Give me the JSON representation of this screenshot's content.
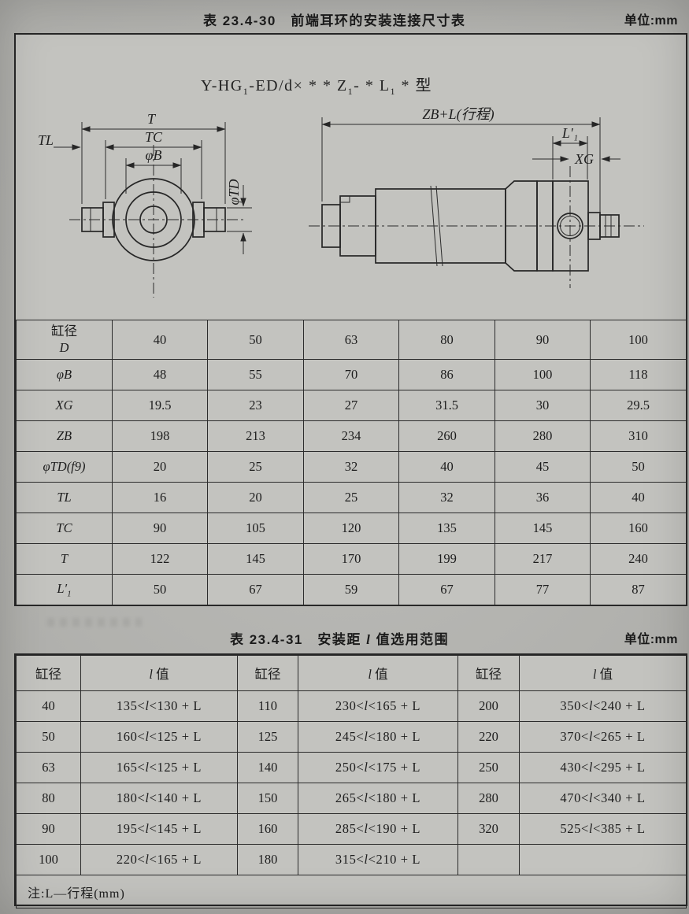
{
  "table1": {
    "title": "表 23.4-30　前端耳环的安装连接尺寸表",
    "unit": "单位:mm",
    "figure": {
      "model": "Y-HG₁-ED/d× * * Z₁- * L₁ * 型",
      "dim_labels": {
        "t": "T",
        "tc": "TC",
        "phi_b": "φB",
        "tl": "TL",
        "phi_td": "φTD",
        "zb": "ZB+L(行程)",
        "l1": "L′₁",
        "xg": "XG"
      }
    },
    "rows": [
      {
        "label": "缸径",
        "label2": "D",
        "values": [
          "40",
          "50",
          "63",
          "80",
          "90",
          "100"
        ]
      },
      {
        "label": "φB",
        "values": [
          "48",
          "55",
          "70",
          "86",
          "100",
          "118"
        ]
      },
      {
        "label": "XG",
        "values": [
          "19.5",
          "23",
          "27",
          "31.5",
          "30",
          "29.5"
        ]
      },
      {
        "label": "ZB",
        "values": [
          "198",
          "213",
          "234",
          "260",
          "280",
          "310"
        ]
      },
      {
        "label": "φTD(f9)",
        "values": [
          "20",
          "25",
          "32",
          "40",
          "45",
          "50"
        ]
      },
      {
        "label": "TL",
        "values": [
          "16",
          "20",
          "25",
          "32",
          "36",
          "40"
        ]
      },
      {
        "label": "TC",
        "values": [
          "90",
          "105",
          "120",
          "135",
          "145",
          "160"
        ]
      },
      {
        "label": "T",
        "values": [
          "122",
          "145",
          "170",
          "199",
          "217",
          "240"
        ]
      },
      {
        "label": "L′₁",
        "values": [
          "50",
          "67",
          "59",
          "67",
          "77",
          "87"
        ]
      }
    ]
  },
  "table2": {
    "title": "表 23.4-31　安装距 l 值选用范围",
    "unit": "单位:mm",
    "headers": [
      "缸径",
      "l 值",
      "缸径",
      "l 值",
      "缸径",
      "l 值"
    ],
    "rows": [
      [
        "40",
        "135<l<130 + L",
        "110",
        "230<l<165 + L",
        "200",
        "350<l<240 + L"
      ],
      [
        "50",
        "160<l<125 + L",
        "125",
        "245<l<180 + L",
        "220",
        "370<l<265 + L"
      ],
      [
        "63",
        "165<l<125 + L",
        "140",
        "250<l<175 + L",
        "250",
        "430<l<295 + L"
      ],
      [
        "80",
        "180<l<140 + L",
        "150",
        "265<l<180 + L",
        "280",
        "470<l<340 + L"
      ],
      [
        "90",
        "195<l<145 + L",
        "160",
        "285<l<190 + L",
        "320",
        "525<l<385 + L"
      ],
      [
        "100",
        "220<l<165 + L",
        "180",
        "315<l<210 + L",
        "",
        ""
      ]
    ],
    "note": "注:L—行程(mm)"
  }
}
